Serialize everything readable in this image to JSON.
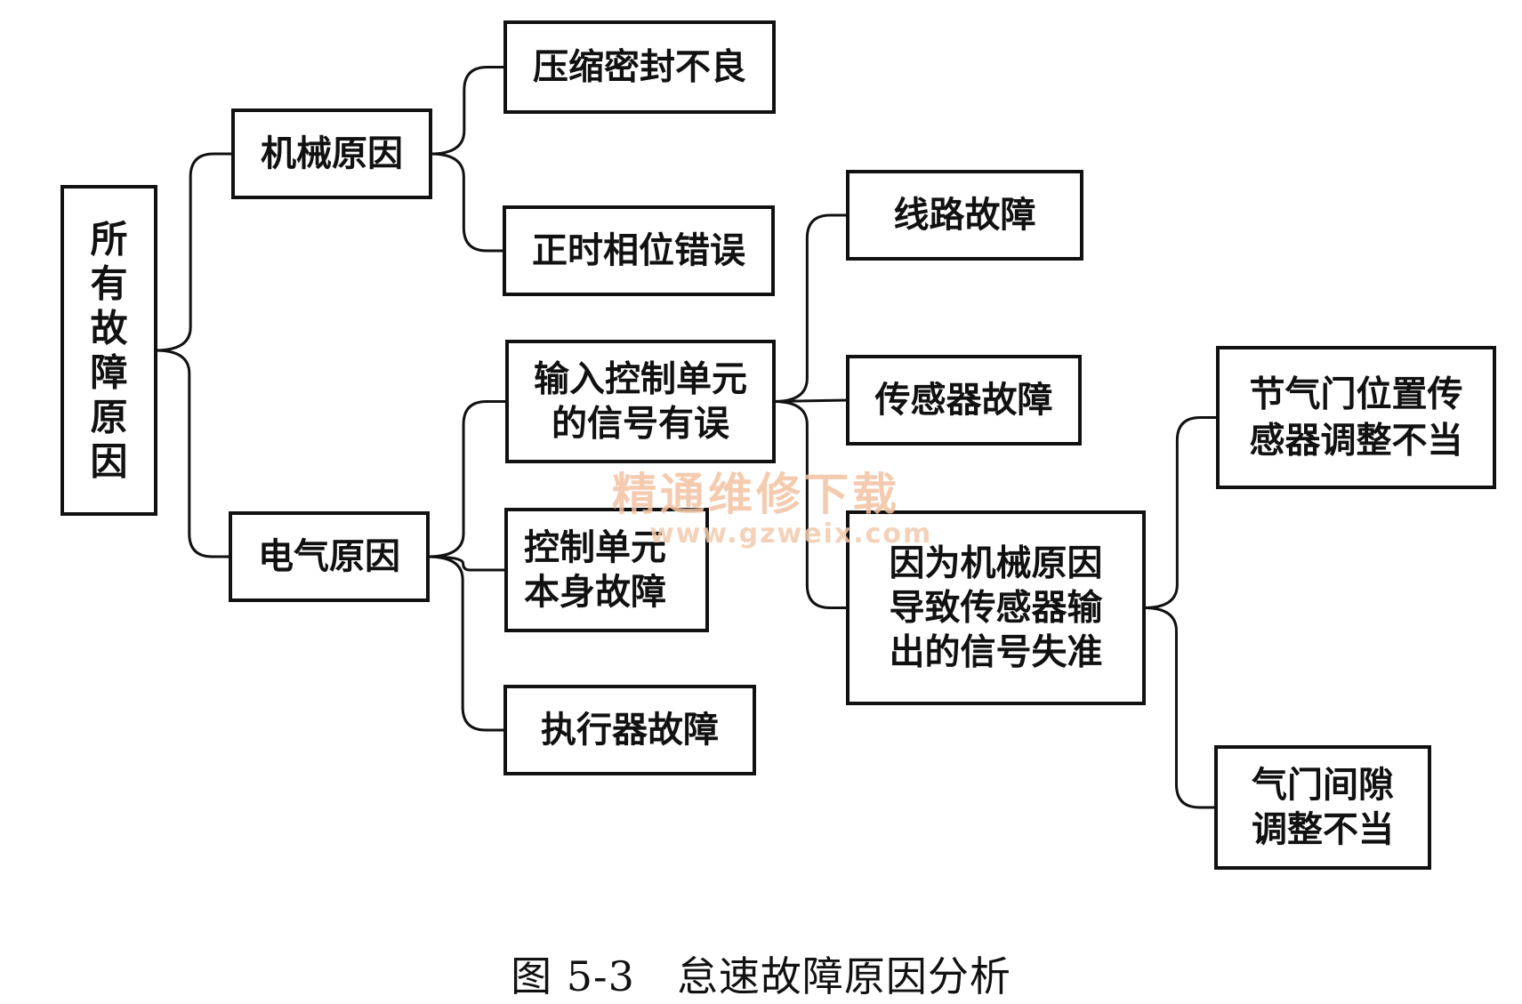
{
  "nodes": {
    "root": [
      "所",
      "有",
      "故",
      "障",
      "原",
      "因"
    ],
    "mechanical": [
      "机械原因"
    ],
    "compression_seal": [
      "压缩密封不良"
    ],
    "timing_phase": [
      "正时相位错误"
    ],
    "electrical": [
      "电气原因"
    ],
    "input_signal": [
      "输入控制单元",
      "的信号有误"
    ],
    "control_unit": [
      "控制单元",
      "本身故障"
    ],
    "actuator": [
      "执行器故障"
    ],
    "wiring": [
      "线路故障"
    ],
    "sensor": [
      "传感器故障"
    ],
    "mech_sensor": [
      "因为机械原因",
      "导致传感器输",
      "出的信号失准"
    ],
    "throttle_sensor": [
      "节气门位置传",
      "感器调整不当"
    ],
    "valve_clearance": [
      "气门间隙",
      "调整不当"
    ]
  },
  "edges": [
    [
      "root",
      "mechanical"
    ],
    [
      "root",
      "electrical"
    ],
    [
      "mechanical",
      "compression_seal"
    ],
    [
      "mechanical",
      "timing_phase"
    ],
    [
      "electrical",
      "input_signal"
    ],
    [
      "electrical",
      "control_unit"
    ],
    [
      "electrical",
      "actuator"
    ],
    [
      "input_signal",
      "wiring"
    ],
    [
      "input_signal",
      "sensor"
    ],
    [
      "input_signal",
      "mech_sensor"
    ],
    [
      "mech_sensor",
      "throttle_sensor"
    ],
    [
      "mech_sensor",
      "valve_clearance"
    ]
  ],
  "watermark": {
    "text": "精通维修下载",
    "url": "www.gzweix.com"
  },
  "caption": "图 5-3　怠速故障原因分析"
}
